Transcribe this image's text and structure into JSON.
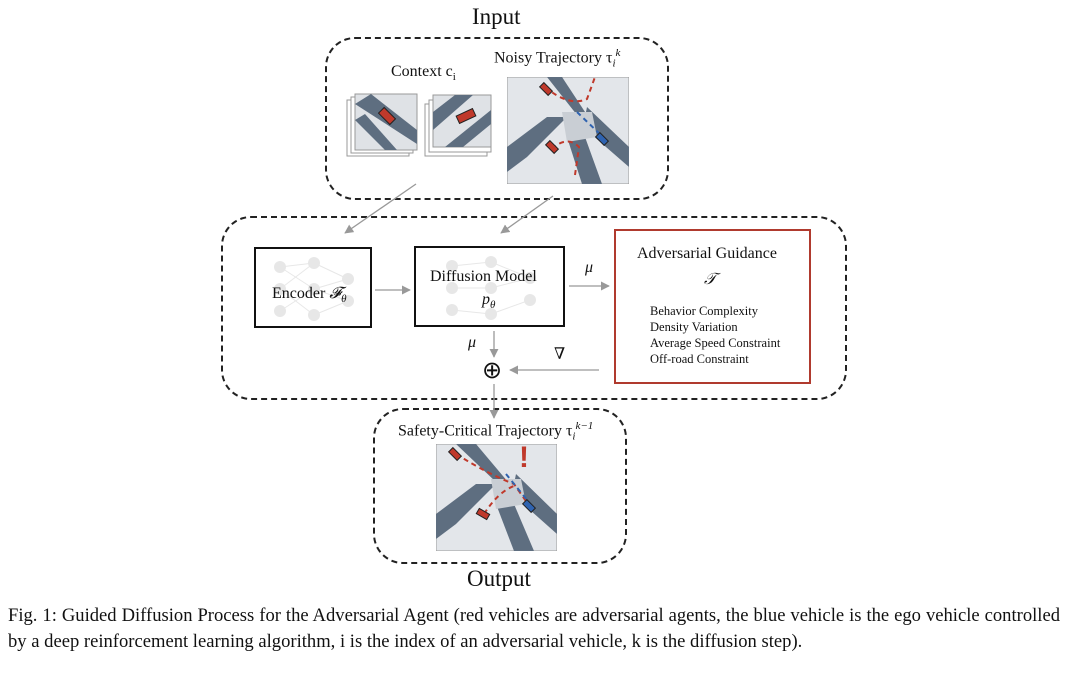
{
  "input": {
    "title": "Input",
    "context_label": "Context c",
    "context_sub": "i",
    "noisy_label": "Noisy Trajectory τ",
    "noisy_sub": "i",
    "noisy_sup": "k"
  },
  "encoder": {
    "label": "Encoder ",
    "symbol": "𝓕",
    "sub": "θ"
  },
  "diffusion": {
    "label": "Diffusion Model",
    "symbol": "p",
    "sub": "θ"
  },
  "guidance": {
    "title": "Adversarial Guidance",
    "symbol": "𝒯",
    "items": [
      "Behavior Complexity",
      "Density Variation",
      "Average Speed Constraint",
      "Off-road Constraint"
    ]
  },
  "edges": {
    "mu_right": "μ",
    "mu_down": "μ",
    "grad": "∇",
    "plus": "⊕"
  },
  "output": {
    "title": "Output",
    "label": "Safety-Critical Trajectory τ",
    "sub": "i",
    "sup": "k−1",
    "alert": "!"
  },
  "caption": "Fig. 1: Guided Diffusion Process for the Adversarial Agent (red vehicles are adversarial agents, the blue vehicle is the ego vehicle controlled by a deep reinforcement learning algorithm, i is the index of an adversarial vehicle, k is the diffusion step).",
  "colors": {
    "adversarial": "#c0392b",
    "ego": "#2f63b0",
    "road": "#5e6e80",
    "guidance_border": "#b03a2e"
  }
}
